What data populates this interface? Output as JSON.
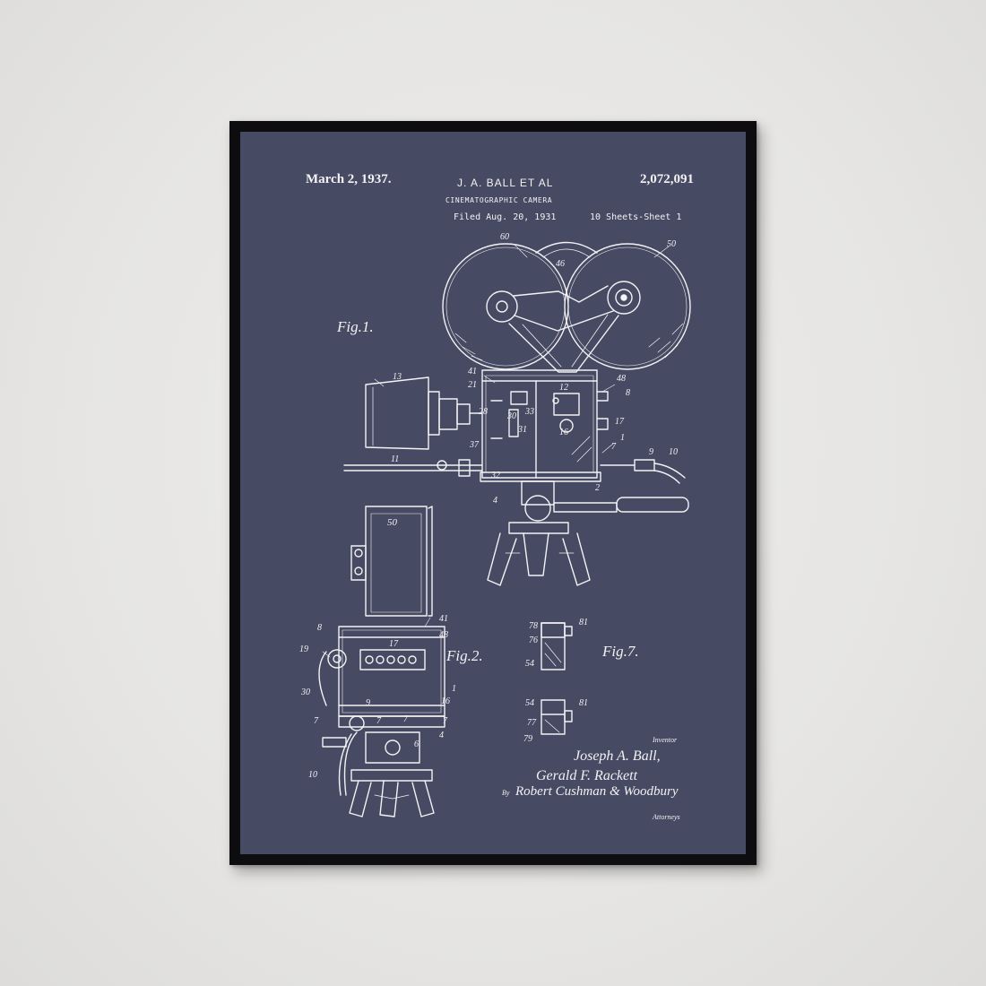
{
  "patent": {
    "date": "March 2, 1937.",
    "inventor_header": "J. A. BALL ET AL",
    "number": "2,072,091",
    "title": "CINEMATOGRAPHIC CAMERA",
    "filed": "Filed Aug. 20, 1931",
    "sheets": "10 Sheets-Sheet 1"
  },
  "figures": {
    "fig1": "Fig.1.",
    "fig2": "Fig.2.",
    "fig7": "Fig.7."
  },
  "signatures": {
    "inventor_label": "Inventor",
    "inventor_1": "Joseph A. Ball,",
    "inventor_2": "Gerald F. Rackett",
    "by": "By",
    "attorneys_sig": "Robert Cushman & Woodbury",
    "attorneys_label": "Attorneys"
  },
  "reference_numerals": {
    "n60": "60",
    "n46": "46",
    "n50": "50",
    "n41": "41",
    "n21": "21",
    "n48": "48",
    "n8": "8",
    "n13": "13",
    "n12": "12",
    "n28": "28",
    "n30": "30",
    "n33": "33",
    "n31": "31",
    "n16": "16",
    "n17": "17",
    "n1": "1",
    "n37": "37",
    "n7": "7",
    "n9": "9",
    "n10": "10",
    "n11": "11",
    "n32": "32",
    "n2": "2",
    "n4": "4",
    "n19": "19",
    "n6": "6",
    "n78": "78",
    "n81": "81",
    "n76": "76",
    "n54": "54",
    "n77": "77",
    "n79": "79"
  },
  "colors": {
    "wall": "#e9e8e6",
    "frame": "#0d0d10",
    "poster": "#474a63",
    "ink": "#f3f3f5"
  }
}
